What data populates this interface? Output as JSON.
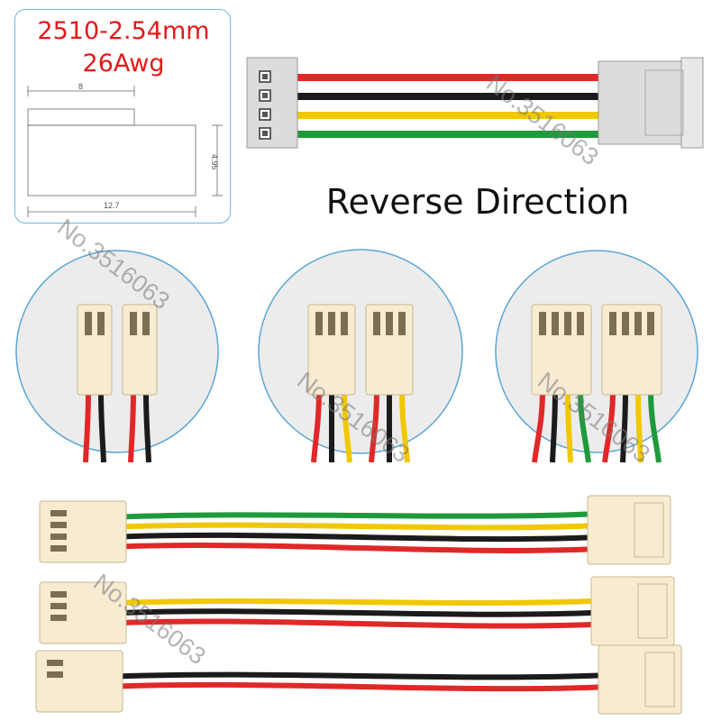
{
  "spec_card": {
    "line1": "2510-2.54mm",
    "line2": "26Awg",
    "dimensions": {
      "top_width": "8",
      "height": "4.95",
      "total_width": "12.7"
    }
  },
  "caption": "Reverse Direction",
  "watermark": "No.3516063",
  "colors": {
    "accent_text": "#e21a1a",
    "card_border": "#6fb6dc",
    "connector_gray": "#dcdcdc",
    "connector_cream": "#f7ecd2",
    "wire_red": "#e02828",
    "wire_black": "#1b1b1b",
    "wire_yellow": "#f0c800",
    "wire_green": "#1f9a3a"
  },
  "photo_circles": [
    {
      "name": "2-pin",
      "wires": [
        "red",
        "black"
      ]
    },
    {
      "name": "3-pin",
      "wires": [
        "red",
        "black",
        "yellow"
      ]
    },
    {
      "name": "4-pin",
      "wires": [
        "red",
        "black",
        "yellow",
        "green"
      ]
    }
  ],
  "cables": [
    {
      "name": "4-pin",
      "wires": [
        "green",
        "yellow",
        "black",
        "red"
      ]
    },
    {
      "name": "3-pin",
      "wires": [
        "yellow",
        "black",
        "red"
      ]
    },
    {
      "name": "2-pin",
      "wires": [
        "black",
        "red"
      ]
    }
  ]
}
